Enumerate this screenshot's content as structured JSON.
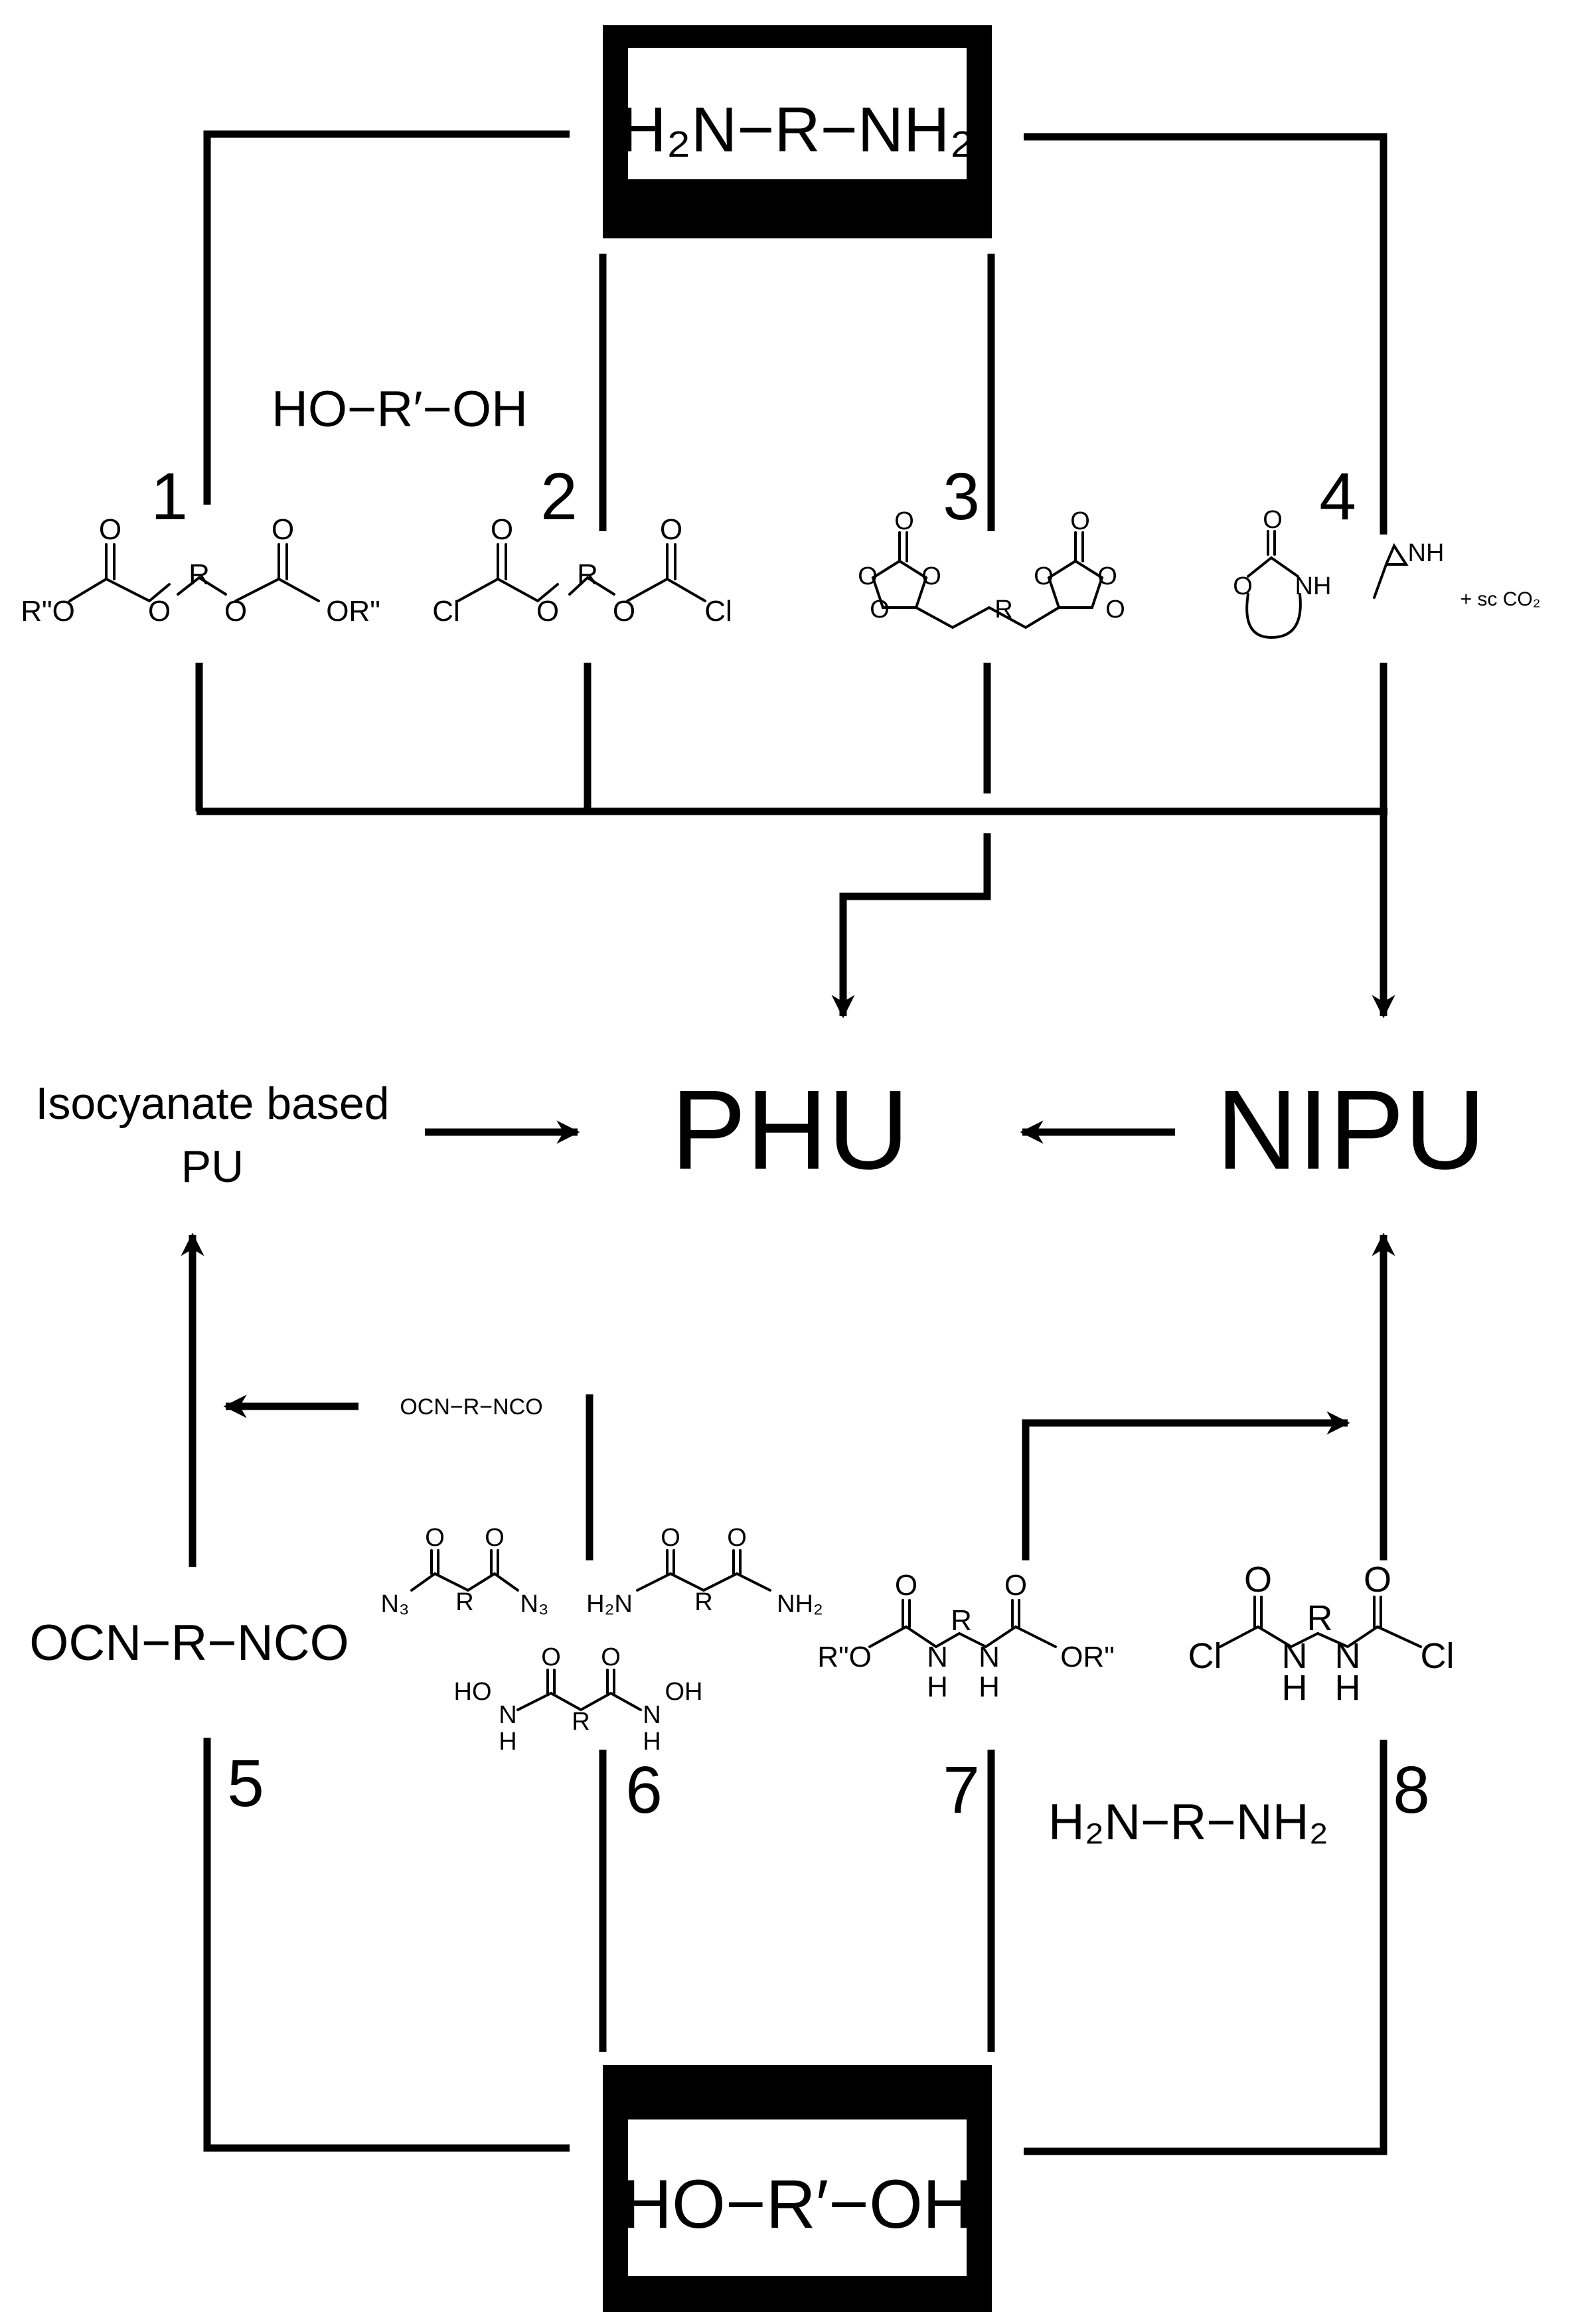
{
  "top_box": {
    "formula": "H₂N−R−NH₂"
  },
  "bottom_box": {
    "formula": "HO−R′−OH"
  },
  "top_coreactant": "HO−R′−OH",
  "bottom_coreactant": "H₂N−R−NH₂",
  "diisocyanate_label": "OCN−R−NCO",
  "diisocyanate_small_label": "OCN−R−NCO",
  "products": {
    "isocyanate_pu_line1": "Isocyanate based",
    "isocyanate_pu_line2": "PU",
    "phu": "PHU",
    "nipu": "NIPU"
  },
  "route_numbers": [
    "1",
    "2",
    "3",
    "4",
    "5",
    "6",
    "7",
    "8"
  ],
  "atoms": {
    "O": "O",
    "R": "R",
    "Cl": "Cl",
    "N": "N",
    "H": "H",
    "NH": "NH",
    "OR2": "OR\"",
    "R2O": "R\"O",
    "N3": "N₃",
    "NH2": "NH₂",
    "H2N": "H₂N",
    "HO": "HO",
    "OH": "OH",
    "scCO2": "+ sc CO₂"
  }
}
